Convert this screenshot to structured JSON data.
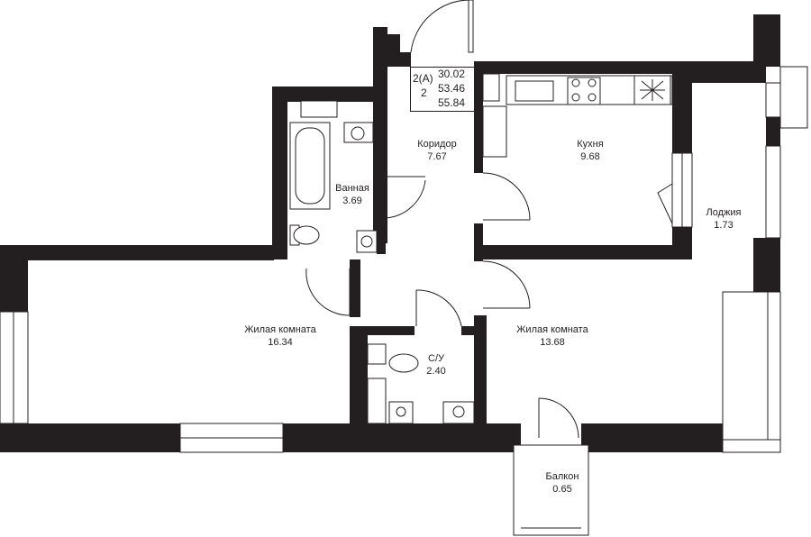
{
  "apartment": {
    "type": "2(А)",
    "rooms": "2",
    "living_area": "30.02",
    "total_area": "53.46",
    "area_with_balcony": "55.84"
  },
  "rooms": [
    {
      "name": "Коридор",
      "area": "7.67"
    },
    {
      "name": "Кухня",
      "area": "9.68"
    },
    {
      "name": "Ванная",
      "area": "3.69"
    },
    {
      "name": "Лоджия",
      "area": "1.73"
    },
    {
      "name": "Жилая комната",
      "area": "16.34"
    },
    {
      "name": "Жилая комната",
      "area": "13.68"
    },
    {
      "name": "С/У",
      "area": "2.40"
    },
    {
      "name": "Балкон",
      "area": "0.65"
    }
  ]
}
